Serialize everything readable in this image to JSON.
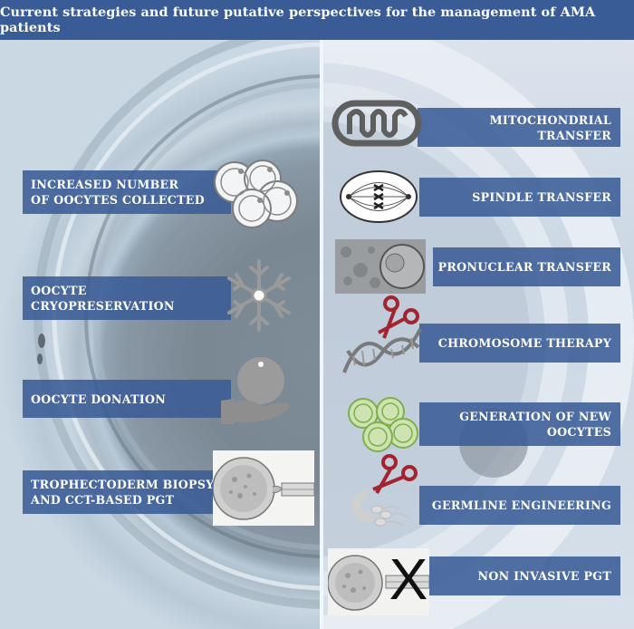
{
  "title": "Current strategies and future putative perspectives for the management of AMA patients",
  "current_strategies": [
    {
      "line1": "INCREASED NUMBER",
      "line2": "OF OOCYTES COLLECTED",
      "icon": "oocytes-cluster-icon"
    },
    {
      "line1": "OOCYTE",
      "line2": "CRYOPRESERVATION",
      "icon": "snowflake-icon"
    },
    {
      "line1": "OOCYTE DONATION",
      "line2": "",
      "icon": "hand-with-oocyte-icon"
    },
    {
      "line1": "TROPHECTODERM BIOPSY",
      "line2": "AND CCT-BASED PGT",
      "icon": "biopsy-micrograph"
    }
  ],
  "future_perspectives": [
    {
      "line1": "MITOCHONDRIAL TRANSFER",
      "line2": "",
      "icon": "mitochondrion-icon"
    },
    {
      "line1": "SPINDLE TRANSFER",
      "line2": "",
      "icon": "spindle-icon"
    },
    {
      "line1": "PRONUCLEAR TRANSFER",
      "line2": "",
      "icon": "pronuclear-micrograph"
    },
    {
      "line1": "CHROMOSOME THERAPY",
      "line2": "",
      "icon": "dna-scissors-icon"
    },
    {
      "line1": "GENERATION OF NEW",
      "line2": "OOCYTES",
      "icon": "green-oocytes-icon"
    },
    {
      "line1": "GERMLINE ENGINEERING",
      "line2": "",
      "icon": "scissors-sperm-icon"
    },
    {
      "line1": "NON INVASIVE PGT",
      "line2": "",
      "icon": "crossed-biopsy-micrograph"
    }
  ],
  "colors": {
    "header": "#3a5c96",
    "label_box": "#3a5c96",
    "scissors": "#a3242e",
    "green_oocyte": "#7bb04a",
    "icon_gray": "#5f5f5f"
  },
  "crossed_mark": "X"
}
